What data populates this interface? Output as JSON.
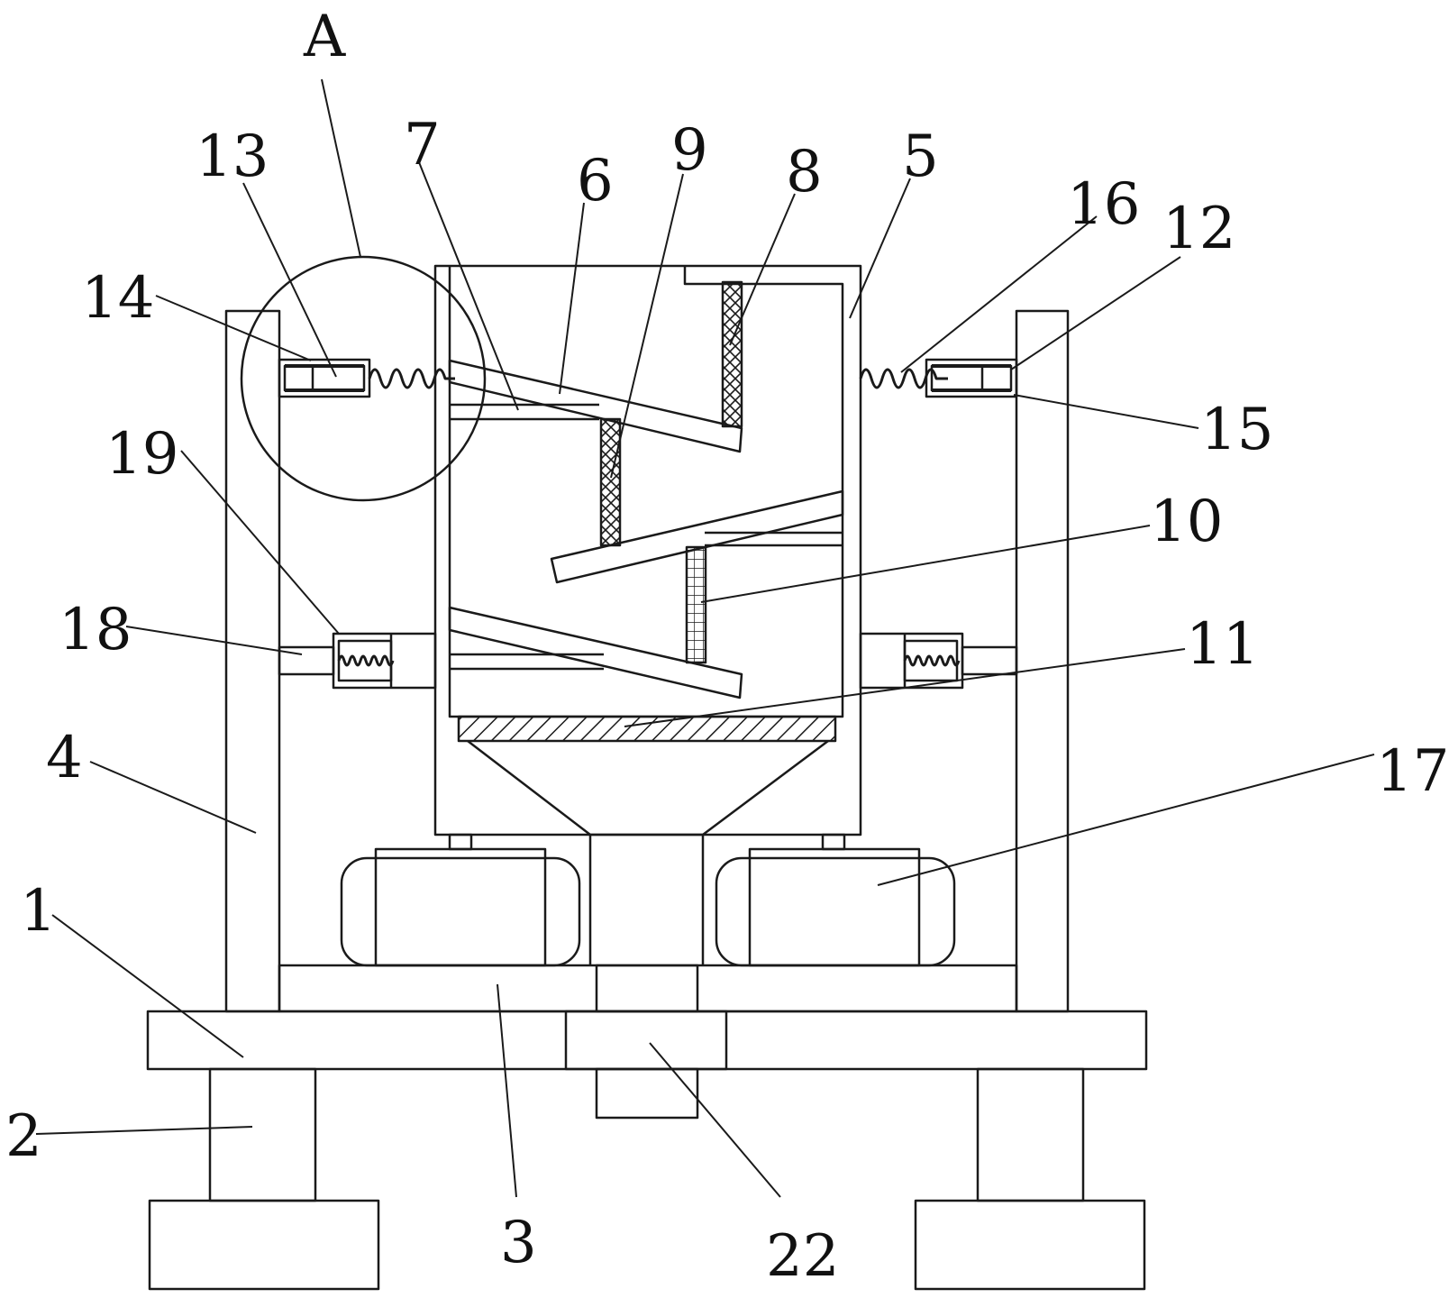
{
  "colors": {
    "line": "#1a1a1a",
    "background": "#ffffff"
  },
  "labels": {
    "A": "A",
    "l1": "1",
    "l2": "2",
    "l3": "3",
    "l4": "4",
    "l5": "5",
    "l6": "6",
    "l7": "7",
    "l8": "8",
    "l9": "9",
    "l10": "10",
    "l11": "11",
    "l12": "12",
    "l13": "13",
    "l14": "14",
    "l15": "15",
    "l16": "16",
    "l17": "17",
    "l18": "18",
    "l19": "19",
    "l22": "22"
  }
}
